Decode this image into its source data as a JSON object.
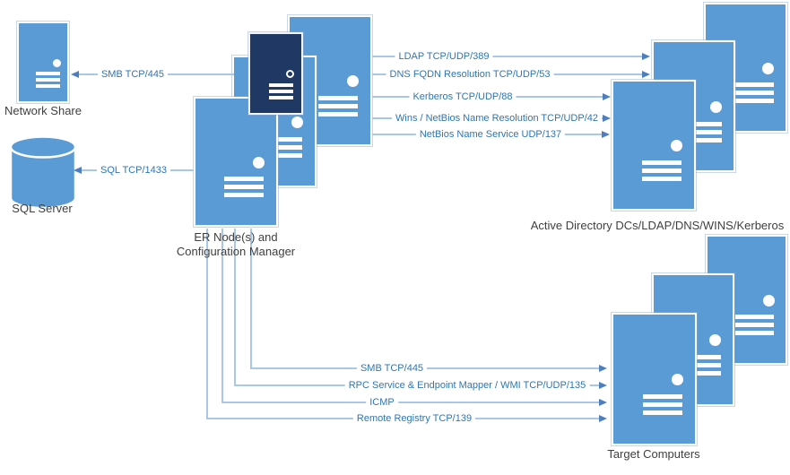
{
  "diagram_title": "",
  "nodes": {
    "network_share": {
      "label": "Network Share",
      "icon": "server-icon"
    },
    "sql_server": {
      "label": "SQL Server",
      "icon": "database-cylinder-icon"
    },
    "er_node": {
      "label_line1": "ER Node(s) and",
      "label_line2": "Configuration Manager",
      "icon": "server-stack-icon"
    },
    "active_directory": {
      "label": "Active Directory DCs/LDAP/DNS/WINS/Kerberos",
      "icon": "server-stack-icon"
    },
    "target_computers": {
      "label": "Target Computers",
      "icon": "server-stack-icon"
    }
  },
  "connections": {
    "smb_nas": {
      "label": "SMB TCP/445",
      "from": "er_node",
      "to": "network_share"
    },
    "sql": {
      "label": "SQL TCP/1433",
      "from": "er_node",
      "to": "sql_server"
    },
    "ldap": {
      "label": "LDAP TCP/UDP/389",
      "from": "er_node",
      "to": "active_directory"
    },
    "dns": {
      "label": "DNS FQDN Resolution TCP/UDP/53",
      "from": "er_node",
      "to": "active_directory"
    },
    "kerberos": {
      "label": "Kerberos TCP/UDP/88",
      "from": "er_node",
      "to": "active_directory"
    },
    "wins": {
      "label": "Wins / NetBios Name Resolution  TCP/UDP/42",
      "from": "er_node",
      "to": "active_directory"
    },
    "netbios": {
      "label": "NetBios Name Service  UDP/137",
      "from": "er_node",
      "to": "active_directory"
    },
    "smb_target": {
      "label": "SMB TCP/445",
      "from": "er_node",
      "to": "target_computers"
    },
    "rpc_wmi": {
      "label": "RPC Service & Endpoint Mapper  / WMI TCP/UDP/135",
      "from": "er_node",
      "to": "target_computers"
    },
    "icmp": {
      "label": "ICMP",
      "from": "er_node",
      "to": "target_computers"
    },
    "remote_registry": {
      "label": "Remote Registry TCP/139",
      "from": "er_node",
      "to": "target_computers"
    }
  },
  "colors": {
    "server_blue": "#5B9BD5",
    "server_dark_navy": "#1F3864",
    "connector_line": "#A9C7E9",
    "arrowhead": "#4D7EBF",
    "label_text": "#2E75B6",
    "caption_text": "#3F3F3F"
  }
}
